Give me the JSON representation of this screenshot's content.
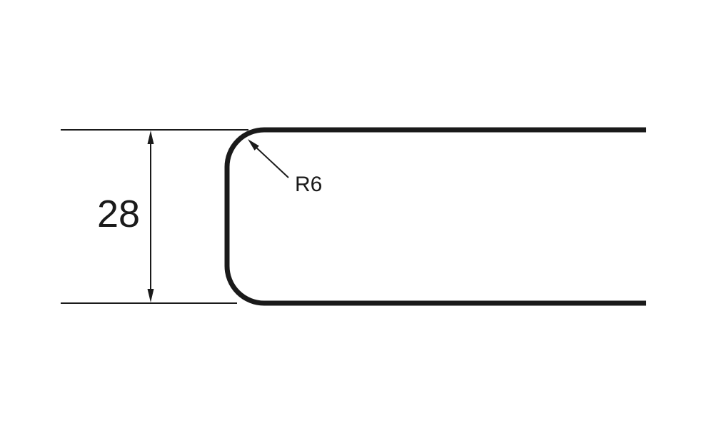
{
  "diagram": {
    "type": "technical-drawing-cross-section",
    "dimension_height_label": "28",
    "corner_radius_label": "R6",
    "stroke_color": "#1a1a1a",
    "background_color": "#ffffff"
  }
}
